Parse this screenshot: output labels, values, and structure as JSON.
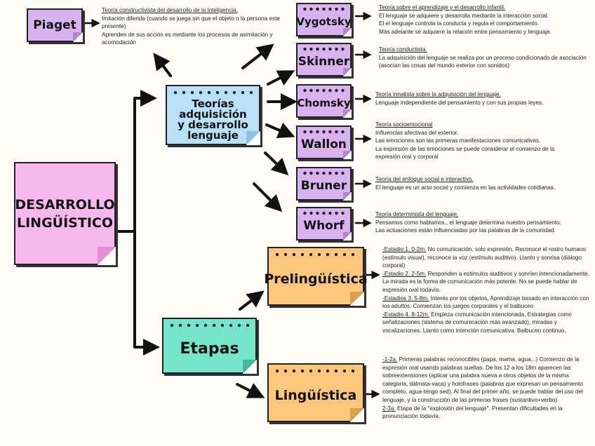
{
  "root": {
    "label": "DESARROLLO LINGÜÍSTICO"
  },
  "teorias": {
    "label": "Teorías adquisición y desarrollo lenguaje"
  },
  "etapas": {
    "label": "Etapas"
  },
  "piaget": {
    "label": "Piaget",
    "heading": "Teoría constructivista del desarrollo de la inteligencia.",
    "lines": [
      "Imitación diferida (cuando se juega sin que el objeto o la persona este presente)",
      "Aprenden de sus acción es mediante los procesos de asimilación y acomodación"
    ]
  },
  "vygotsky": {
    "label": "Vygotsky",
    "heading": "Teoría sobre el aprendizaje y el desarrollo infantil.",
    "lines": [
      "El lenguaje se adquiere y desarrolla mediante la interacción social.",
      "El el lenguaje controla la conducta y regula el comportamiento.",
      "Más adelante se adquiere la relación entre pensamiento y lenguaje."
    ]
  },
  "skinner": {
    "label": "Skinner",
    "heading": "Teoría conductista.",
    "lines": [
      "La adquisición del lenguaje se realiza por un proceso condicionado de asociación (asocian las cosas del mundo exterior con sonidos)"
    ]
  },
  "chomsky": {
    "label": "Chomsky",
    "heading": "Teoría innatista sobre la adquisición del lenguaje.",
    "lines": [
      "Lenguaje independiente del pensamiento y con sus propias leyes."
    ]
  },
  "wallon": {
    "label": "Wallon",
    "heading": "Teoría socioemocional",
    "lines": [
      "Influencias afectivas del exterior.",
      "Las emociones son las primeras manifestaciones comunicativas.",
      "La expresión de las emociones se puede considerar el comienzo de la expresión oral y corporal"
    ]
  },
  "bruner": {
    "label": "Bruner",
    "heading": "Teoría del enfoque social e interactivo.",
    "lines": [
      "El lenguaje es un acto social y comienza en las actividades cotidianas."
    ]
  },
  "whorf": {
    "label": "Whorf",
    "heading": "Teoría determinista del lenguaje.",
    "lines": [
      "Pensamos como hablamos., el lenguaje determina nuestro pensamiento.",
      "Las actuaciones están influenciadas por las palabras de la comunidad."
    ]
  },
  "prelinguistica": {
    "label": "Prelingüística",
    "items": [
      {
        "head": "-Estadio 1. 0-2m.",
        "text": " No comunicación, solo expresión. Reconoce el rostro humano (estímulo visual), reconoce la voz (estímulo auditivo). Llanto y sonrisa (diálogo corporal)"
      },
      {
        "head": "-Estadio 2. 2-5m.",
        "text": " Responden a estímulos auditivos y sonríen intencionadamente. La mirada es la forma de comunicación más potente. No se puede hablar de expresión oral todavía."
      },
      {
        "head": "-Estadios 3. 5-8m.",
        "text": " Interés por los objetos, Aprendizaje basado en interacción con los adultos. Comienzan los juegos corporales y el balbuceo"
      },
      {
        "head": "-Estadio 4. 8-12m.",
        "text": " Empieza comunicación intencionada, Estrategias como señalizaciones (sistema de comunicación más avanzado), miradas y vocalizaciones. Llanto como intención comunicativa. Balbuceo continuo."
      }
    ]
  },
  "linguistica": {
    "label": "Lingüística",
    "items": [
      {
        "head": "-1-2a.",
        "text": " Primeras palabras reconocibles (papa, mama, agua...) Comienzo de la expresión oral usando palabras sueltas. De los 12 a los 18m aparecen las sobreextensiones (aplicar una palabra nueva a otros objetos de la misma categoría, dálmata-vaca) y holofrases (palabras que expresan un pensamiento completo, agua-tengo sed). Al final del primer año, se puede hablar del uso del lenguaje, y la construcción de las primeras frases (sustantivo+verbo)"
      },
      {
        "head": "2-3a.",
        "text": " Etapa de la \"explosión del lenguaje\". Presentan dificultades en la pronunciación todavía."
      }
    ]
  }
}
